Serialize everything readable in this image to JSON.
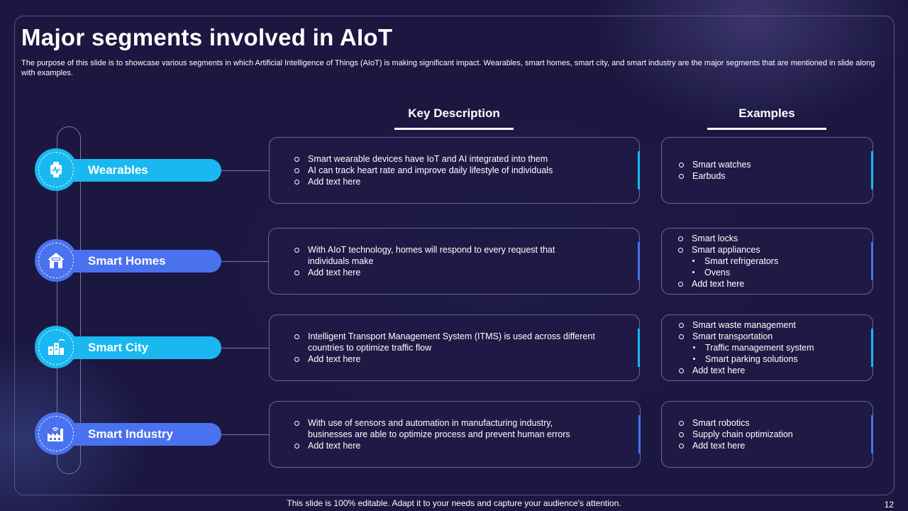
{
  "slide": {
    "title": "Major segments involved in AIoT",
    "subtitle": "The purpose of this slide is to showcase various segments in which Artificial Intelligence of Things (AIoT) is making significant impact. Wearables, smart homes, smart city, and smart industry are the major segments that are mentioned in slide along with examples.",
    "footer": "This slide is 100% editable. Adapt it to your needs and capture your audience's attention.",
    "page_number": "12"
  },
  "columns": {
    "description": "Key Description",
    "examples": "Examples"
  },
  "colors": {
    "cyan": "#1ab8f0",
    "blue": "#4a72ee",
    "background": "#1b1740"
  },
  "segments": [
    {
      "label": "Wearables",
      "icon": "smartwatch-icon",
      "description": [
        "Smart wearable devices have IoT and AI integrated into them",
        "AI can track heart rate and improve daily lifestyle of individuals",
        "Add text here"
      ],
      "examples": [
        "Smart watches",
        "Earbuds"
      ]
    },
    {
      "label": "Smart Homes",
      "icon": "smart-home-icon",
      "description": [
        "With AIoT technology, homes will respond to every request that individuals make",
        "Add text here"
      ],
      "examples": [
        "Smart locks",
        "Smart appliances",
        "Smart refrigerators",
        "Ovens",
        "Add text here"
      ]
    },
    {
      "label": "Smart City",
      "icon": "smart-city-icon",
      "description": [
        "Intelligent Transport Management System (ITMS) is used across different countries to optimize traffic flow",
        "Add text here"
      ],
      "examples": [
        "Smart waste management",
        "Smart transportation",
        "Traffic management system",
        "Smart parking solutions",
        "Add text here"
      ]
    },
    {
      "label": "Smart Industry",
      "icon": "smart-factory-icon",
      "description": [
        "With use of sensors and automation in manufacturing industry, businesses are able to optimize process and prevent human errors",
        "Add text here"
      ],
      "examples": [
        "Smart robotics",
        "Supply chain optimization",
        "Add text here"
      ]
    }
  ]
}
